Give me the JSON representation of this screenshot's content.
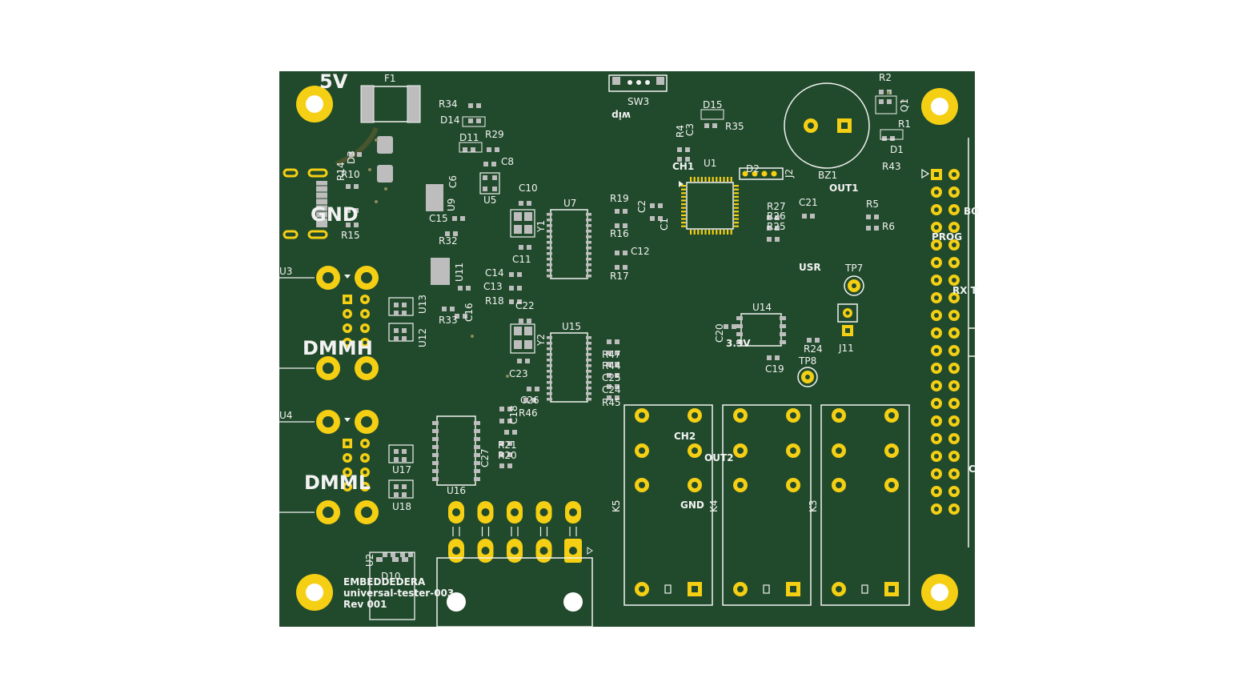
{
  "colors": {
    "board": "#214a2c",
    "silk": "#f2f2f2",
    "pad_gold": "#f5cf13",
    "pad_grey": "#bdbdbd",
    "hole": "#ffffff",
    "via": "#8c8c5a"
  },
  "power_labels": {
    "v5": "5V",
    "gnd": "GND"
  },
  "section_labels": {
    "dmmh": "DMMH",
    "dmml": "DMML",
    "ch1": "CH1",
    "ch2": "CH2",
    "out1": "OUT1",
    "out2": "OUT2",
    "gnd_relay": "GND",
    "usr": "USR",
    "v33": "3.3V",
    "prog": "PROG",
    "rx": "RX T",
    "bo": "BO",
    "c": "C",
    "wip": "wip"
  },
  "branding": {
    "line1": "EMBEDDEDERA",
    "line2": "universal-tester-003",
    "line3": "Rev 001"
  },
  "refs": {
    "F1": "F1",
    "R34": "R34",
    "D14": "D14",
    "R29": "R29",
    "D11": "D11",
    "C8": "C8",
    "C6": "C6",
    "U9": "U9",
    "U5": "U5",
    "C15": "C15",
    "R32": "R32",
    "C10": "C10",
    "Y1": "Y1",
    "C11": "C11",
    "U7": "U7",
    "R19": "R19",
    "R16": "R16",
    "C12": "C12",
    "R17": "R17",
    "C2": "C2",
    "C1": "C1",
    "SW3": "SW3",
    "D15": "D15",
    "R35": "R35",
    "R4": "R4",
    "C3": "C3",
    "U1": "U1",
    "D2": "D2",
    "J2": "J2",
    "R27": "R27",
    "R26": "R26",
    "R25": "R25",
    "C21": "C21",
    "R5": "R5",
    "R6": "R6",
    "BZ1": "BZ1",
    "R2": "R2",
    "Q1": "Q1",
    "R1": "R1",
    "D1": "D1",
    "R43": "R43",
    "D3": "D3",
    "R14": "R14",
    "R15": "R15",
    "R10": "R10",
    "U3": "U3",
    "U11": "U11",
    "C14": "C14",
    "C13": "C13",
    "R18": "R18",
    "C16": "C16",
    "R33": "R33",
    "C22": "C22",
    "U13": "U13",
    "U12": "U12",
    "Y2": "Y2",
    "C23": "C23",
    "U15": "U15",
    "R47": "R47",
    "R44": "R44",
    "C25": "C25",
    "C24": "C24",
    "R45": "R45",
    "C26": "C26",
    "R46": "R46",
    "TP7": "TP7",
    "U14": "U14",
    "C20": "C20",
    "C19": "C19",
    "J11": "J11",
    "R24": "R24",
    "TP8": "TP8",
    "U4": "U4",
    "C18": "C18",
    "R21": "R21",
    "R20": "R20",
    "C27": "C27",
    "U16": "U16",
    "U17": "U17",
    "U18": "U18",
    "K5": "K5",
    "K4": "K4",
    "K3": "K3",
    "U2": "U2",
    "D10": "D10"
  }
}
